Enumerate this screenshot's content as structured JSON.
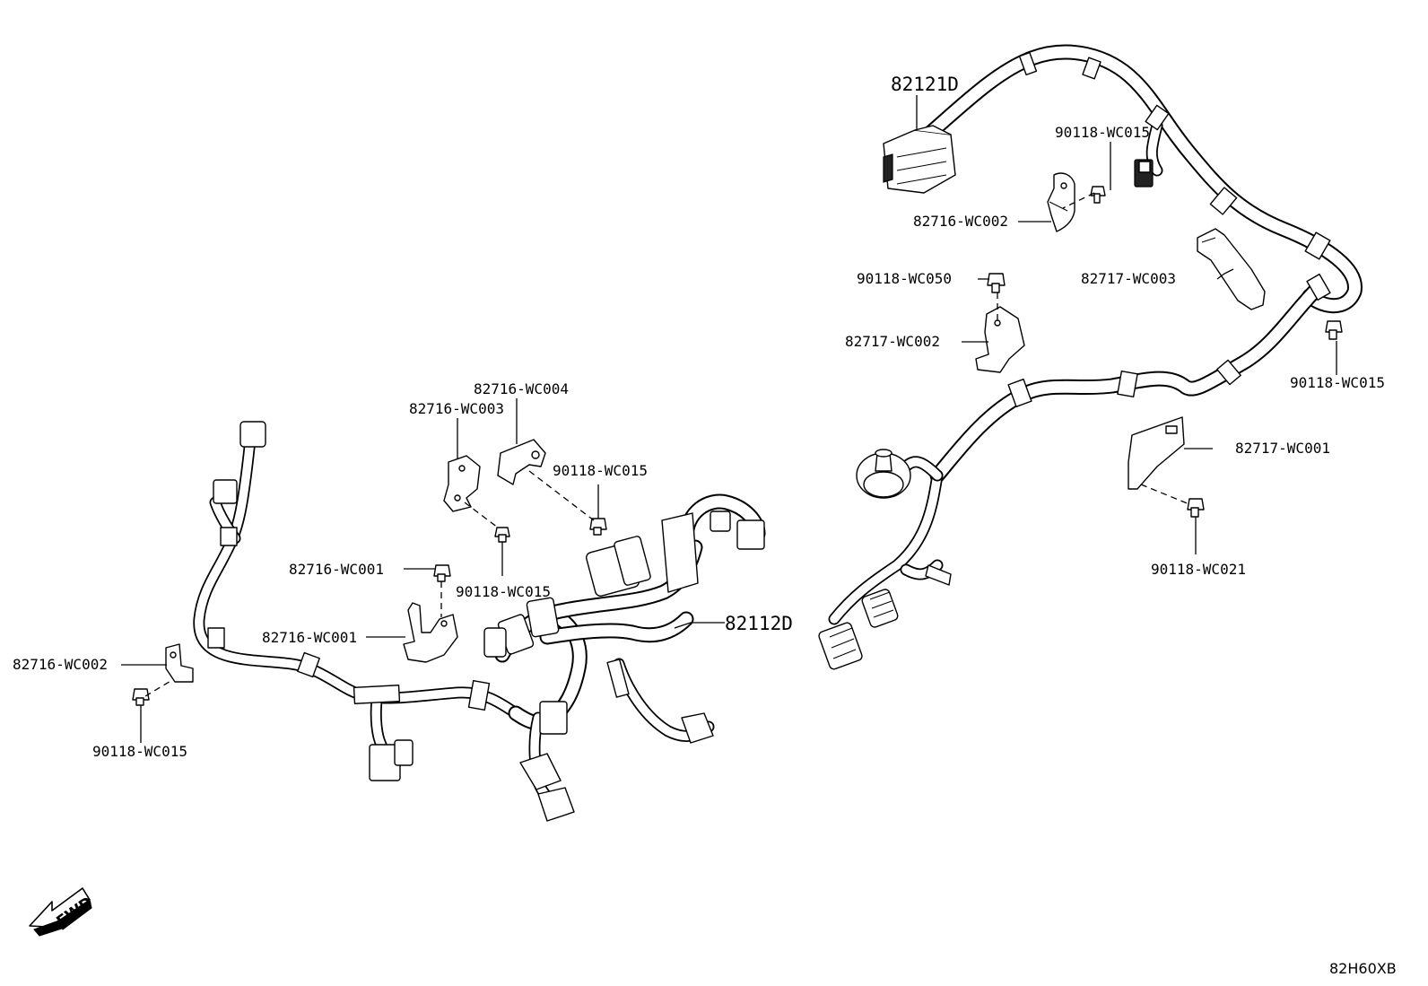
{
  "diagram": {
    "labels": {
      "harness_upper": "82121D",
      "harness_lower": "82112D",
      "bolt_upper_left": "90118-WC015",
      "bracket_upper": "82716-WC002",
      "bolt_wc050": "90118-WC050",
      "plate_wc003": "82717-WC003",
      "plate_wc002": "82717-WC002",
      "bolt_right_upper": "90118-WC015",
      "plate_wc001": "82717-WC001",
      "bolt_wc021": "90118-WC021",
      "bracket_wc004": "82716-WC004",
      "bracket_wc003": "82716-WC003",
      "bolt_center": "90118-WC015",
      "bolt_mid": "90118-WC015",
      "bolt_wc001": "82716-WC001",
      "bracket_wc001": "82716-WC001",
      "bracket_left": "82716-WC002",
      "bolt_left": "90118-WC015"
    },
    "fwd_text": "FWD",
    "diagram_code": "82H60XB"
  }
}
